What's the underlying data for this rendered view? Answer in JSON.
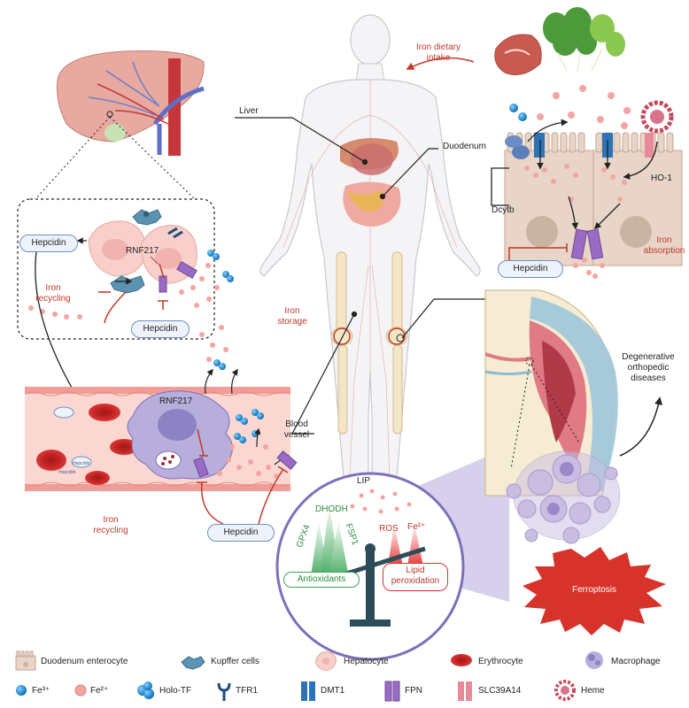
{
  "labels": {
    "iron_dietary_intake": "Iron dietary\nintake",
    "liver": "Liver",
    "duodenum": "Duodenum",
    "dcytb": "Dcytb",
    "ho1": "HO-1",
    "hepcidin": "Hepcidin",
    "iron_absorption": "Iron\nabsorption",
    "rnf217": "RNF217",
    "iron_recycling": "Iron\nrecycling",
    "iron_storage": "Iron\nstorage",
    "blood_vessel": "Blood\nvessel",
    "degenerative": "Degenerative\northopedic\ndiseases",
    "lip": "LIP",
    "dhodh": "DHODH",
    "gpx4": "GPX4",
    "fsp1": "FSP1",
    "ros": "ROS",
    "fe2_balance": "Fe²⁺",
    "antioxidants": "Antioxidants",
    "lipid_peroxidation": "Lipid\nperoxidation",
    "ferroptosis": "Ferroptosis",
    "hepcidin_small": "Hepcidin"
  },
  "legend": {
    "row1": [
      {
        "icon": "enterocyte-icon",
        "label": "Duodenum enterocyte"
      },
      {
        "icon": "kupffer-cell-icon",
        "label": "Kupffer cells"
      },
      {
        "icon": "hepatocyte-icon",
        "label": "Hepatocyte"
      },
      {
        "icon": "erythrocyte-icon",
        "label": "Erythrocyte"
      },
      {
        "icon": "macrophage-icon",
        "label": "Macrophage"
      }
    ],
    "row2": [
      {
        "icon": "fe3-icon",
        "label": "Fe³⁺"
      },
      {
        "icon": "fe2-icon",
        "label": "Fe²⁺"
      },
      {
        "icon": "holo-tf-icon",
        "label": "Holo-TF"
      },
      {
        "icon": "tfr1-icon",
        "label": "TFR1"
      },
      {
        "icon": "dmt1-icon",
        "label": "DMT1"
      },
      {
        "icon": "fpn-icon",
        "label": "FPN"
      },
      {
        "icon": "slc39a14-icon",
        "label": "SLC39A14"
      },
      {
        "icon": "heme-icon",
        "label": "Heme"
      }
    ]
  },
  "colors": {
    "iron_red": "#c0392b",
    "fe2": "#f2a0a0",
    "fe3": "#1e8fd6",
    "hepcidin_border": "#6f8fbf",
    "macrophage": "#b9aedb",
    "vessel": "#f8c9c4",
    "ferroptosis": "#d7332b",
    "antioxidant_green": "#3aa655"
  }
}
